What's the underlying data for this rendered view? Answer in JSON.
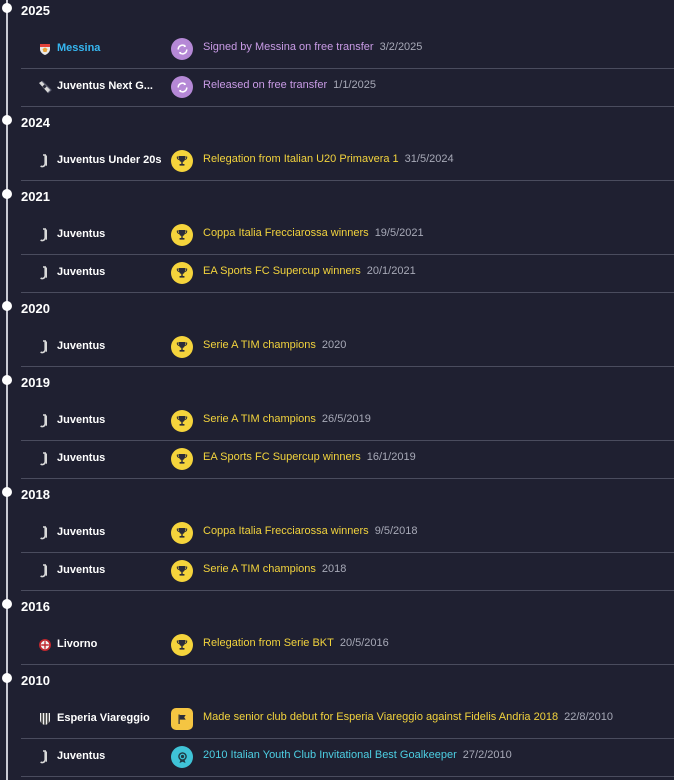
{
  "colors": {
    "background": "#1f2031",
    "trophy_yellow": "#f5d43c",
    "transfer_purple": "#b588d6",
    "link_blue": "#36b6f0",
    "award_teal": "#3fc3d7"
  },
  "timeline": [
    {
      "year": "2025",
      "entries": [
        {
          "club": "Messina",
          "club_icon": "messina-crest-icon",
          "badge": "transfer-icon",
          "tone": "purple",
          "text": "Signed by Messina on free transfer",
          "date": "3/2/2025",
          "link": true
        },
        {
          "club": "Juventus Next G...",
          "club_icon": "juventus-next-gen-crest-icon",
          "badge": "transfer-icon",
          "tone": "purple",
          "text": "Released on free transfer",
          "date": "1/1/2025",
          "link": false
        }
      ]
    },
    {
      "year": "2024",
      "entries": [
        {
          "club": "Juventus Under 20s",
          "club_icon": "juventus-crest-icon",
          "badge": "trophy-icon",
          "tone": "yellow",
          "text": "Relegation from Italian U20 Primavera 1",
          "date": "31/5/2024",
          "link": false
        }
      ]
    },
    {
      "year": "2021",
      "entries": [
        {
          "club": "Juventus",
          "club_icon": "juventus-crest-icon",
          "badge": "trophy-icon",
          "tone": "yellow",
          "text": "Coppa Italia Frecciarossa winners",
          "date": "19/5/2021",
          "link": false
        },
        {
          "club": "Juventus",
          "club_icon": "juventus-crest-icon",
          "badge": "trophy-icon",
          "tone": "yellow",
          "text": "EA Sports FC Supercup winners",
          "date": "20/1/2021",
          "link": false
        }
      ]
    },
    {
      "year": "2020",
      "entries": [
        {
          "club": "Juventus",
          "club_icon": "juventus-crest-icon",
          "badge": "trophy-icon",
          "tone": "yellow",
          "text": "Serie A TIM champions",
          "date": "2020",
          "link": false
        }
      ]
    },
    {
      "year": "2019",
      "entries": [
        {
          "club": "Juventus",
          "club_icon": "juventus-crest-icon",
          "badge": "trophy-icon",
          "tone": "yellow",
          "text": "Serie A TIM champions",
          "date": "26/5/2019",
          "link": false
        },
        {
          "club": "Juventus",
          "club_icon": "juventus-crest-icon",
          "badge": "trophy-icon",
          "tone": "yellow",
          "text": "EA Sports FC Supercup winners",
          "date": "16/1/2019",
          "link": false
        }
      ]
    },
    {
      "year": "2018",
      "entries": [
        {
          "club": "Juventus",
          "club_icon": "juventus-crest-icon",
          "badge": "trophy-icon",
          "tone": "yellow",
          "text": "Coppa Italia Frecciarossa winners",
          "date": "9/5/2018",
          "link": false
        },
        {
          "club": "Juventus",
          "club_icon": "juventus-crest-icon",
          "badge": "trophy-icon",
          "tone": "yellow",
          "text": "Serie A TIM champions",
          "date": "2018",
          "link": false
        }
      ]
    },
    {
      "year": "2016",
      "entries": [
        {
          "club": "Livorno",
          "club_icon": "livorno-crest-icon",
          "badge": "trophy-icon",
          "tone": "yellow",
          "text": "Relegation from Serie BKT",
          "date": "20/5/2016",
          "link": false
        }
      ]
    },
    {
      "year": "2010",
      "entries": [
        {
          "club": "Esperia Viareggio",
          "club_icon": "esperia-viareggio-crest-icon",
          "badge": "debut-flag-icon",
          "tone": "gold",
          "text": "Made senior club debut for Esperia Viareggio against Fidelis Andria 2018",
          "date": "22/8/2010",
          "link": false
        },
        {
          "club": "Juventus",
          "club_icon": "juventus-crest-icon",
          "badge": "award-medal-icon",
          "tone": "teal",
          "text": "2010 Italian Youth Club Invitational Best Goalkeeper",
          "date": "27/2/2010",
          "link": false
        }
      ]
    }
  ]
}
